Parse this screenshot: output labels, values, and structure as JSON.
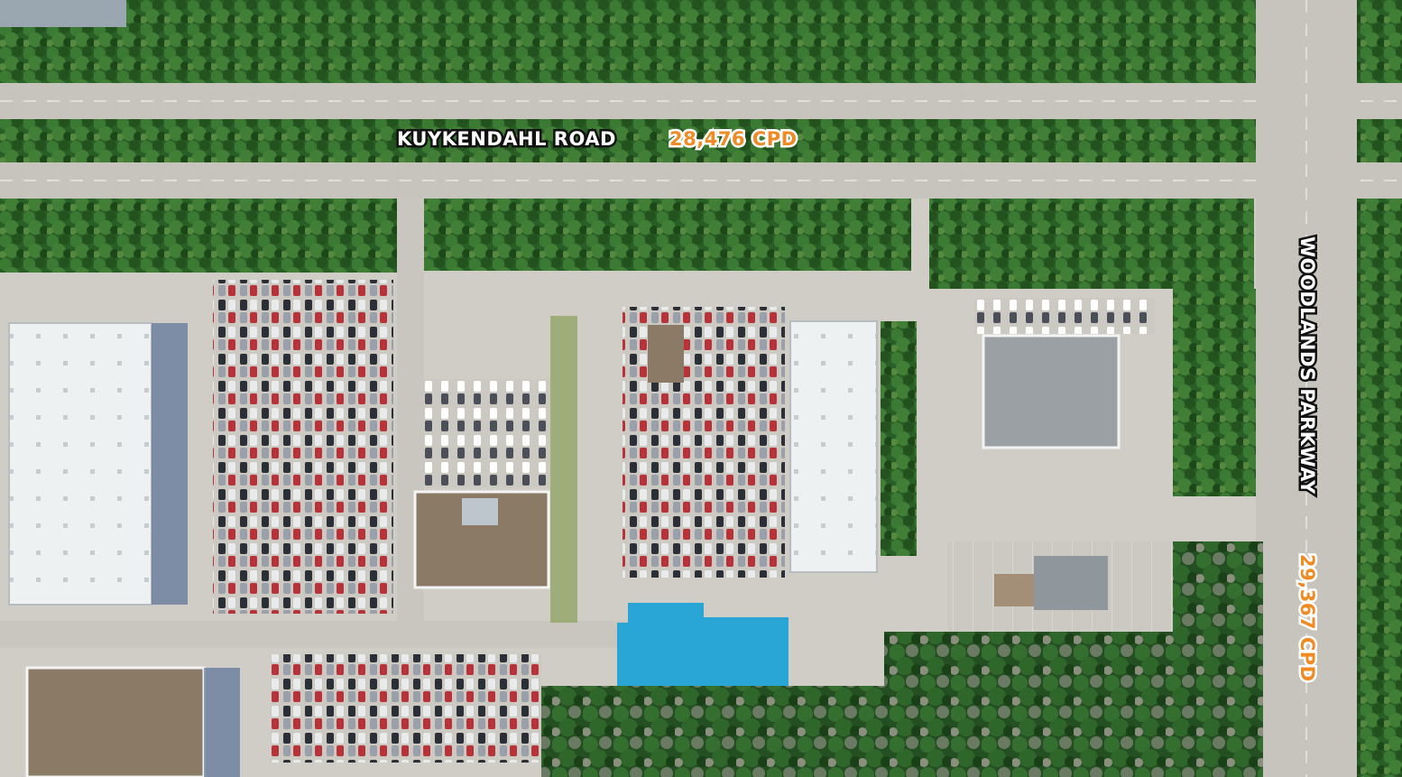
{
  "labels": {
    "kuykendahl_road": {
      "name": "KUYKENDAHL ROAD",
      "traffic": "28,476 CPD"
    },
    "woodlands_parkway": {
      "name": "WOODLANDS PARKWAY",
      "traffic": "29,367 CPD"
    }
  },
  "colors": {
    "label_text": "#ffffff",
    "label_stroke": "#111111",
    "traffic_text": "#f08a24",
    "road": "#c7c5bd",
    "parking": "#cfcdc5",
    "tree_dark": "#1f4a1f",
    "tree_mid": "#2f6b2a",
    "grass": "#8aa05a",
    "roof_white": "#eef1f2",
    "roof_brown": "#8a7a66",
    "roof_gray": "#9aa0a4",
    "roof_blue": "#2aa6d6"
  }
}
